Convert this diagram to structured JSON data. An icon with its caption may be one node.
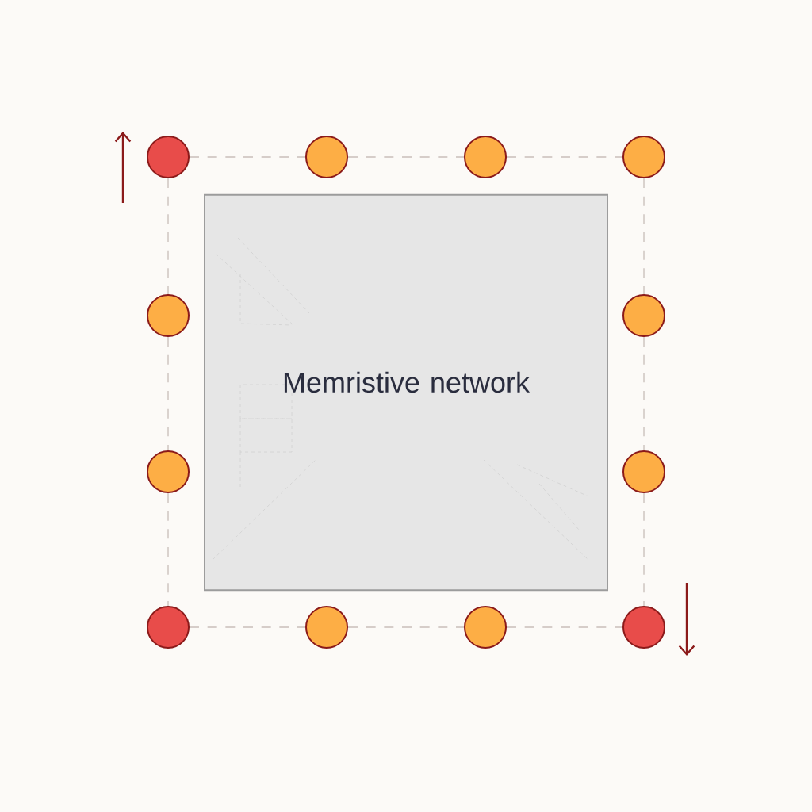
{
  "diagram": {
    "nodes": [
      {
        "text": [
          "Memristive network"
        ]
      },
      {
        "text": [],
        "shape": "circle"
      },
      {
        "text": [],
        "shape": "circle"
      },
      {
        "text": [],
        "shape": "circle"
      },
      {
        "text": [],
        "shape": "circle"
      },
      {
        "text": [],
        "shape": "circle"
      },
      {
        "text": [],
        "shape": "circle"
      },
      {
        "text": [],
        "shape": "circle"
      },
      {
        "text": [],
        "shape": "circle"
      },
      {
        "text": [],
        "shape": "circle"
      },
      {
        "text": [],
        "shape": "circle"
      },
      {
        "text": [],
        "shape": "circle"
      },
      {
        "text": [],
        "shape": "circle"
      }
    ],
    "edges": [
      {
        "from": 1,
        "to": 2,
        "arrow": "none",
        "style": "dashed"
      },
      {
        "from": 2,
        "to": 3,
        "arrow": "none",
        "style": "dashed"
      },
      {
        "from": 3,
        "to": 4,
        "arrow": "none",
        "style": "dashed"
      },
      {
        "from": 1,
        "to": 5,
        "arrow": "none",
        "style": "dashed"
      },
      {
        "from": 5,
        "to": 7,
        "arrow": "none",
        "style": "dashed"
      },
      {
        "from": 7,
        "to": 9,
        "arrow": "none",
        "style": "dashed"
      },
      {
        "from": 4,
        "to": 6,
        "arrow": "none",
        "style": "dashed"
      },
      {
        "from": 6,
        "to": 8,
        "arrow": "none",
        "style": "dashed"
      },
      {
        "from": 8,
        "to": 12,
        "arrow": "none",
        "style": "dashed"
      },
      {
        "from": 9,
        "to": 10,
        "arrow": "none",
        "style": "dashed"
      },
      {
        "from": 10,
        "to": 11,
        "arrow": "none",
        "style": "dashed"
      },
      {
        "from": 11,
        "to": 12,
        "arrow": "none",
        "style": "dashed"
      }
    ]
  }
}
